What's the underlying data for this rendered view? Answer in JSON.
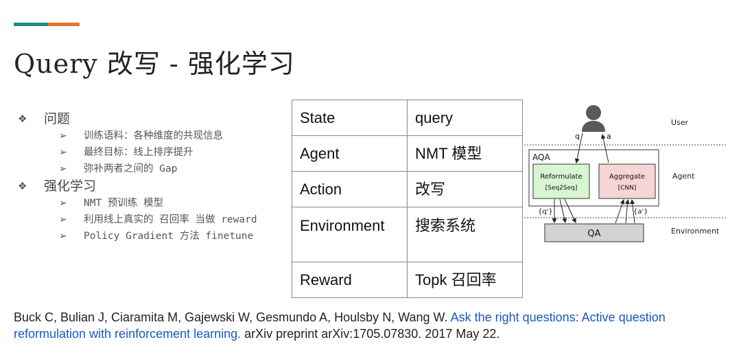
{
  "colors": {
    "accent_teal": "#1f8c8a",
    "accent_orange": "#e8722b",
    "link_blue": "#1a56c4"
  },
  "title": "Query 改写 - 强化学习",
  "bullets": [
    {
      "label": "问题",
      "items": [
        "训练语料：各种维度的共现信息",
        "最终目标：线上排序提升",
        "弥补两者之间的 Gap"
      ]
    },
    {
      "label": "强化学习",
      "items": [
        "NMT 预训练 模型",
        "利用线上真实的 召回率 当做 reward",
        "Policy Gradient 方法  finetune"
      ]
    }
  ],
  "bullet_glyphs": {
    "level1": "❖",
    "level2": "➢"
  },
  "table": {
    "rows": [
      {
        "key": "State",
        "value": "query"
      },
      {
        "key": "Agent",
        "value": "NMT 模型"
      },
      {
        "key": "Action",
        "value": "改写"
      },
      {
        "key": "Environment",
        "value": "搜索系统"
      },
      {
        "key": "Reward",
        "value": "Topk 召回率"
      }
    ]
  },
  "diagram": {
    "user_label": "User",
    "agent_label": "Agent",
    "environment_label": "Environment",
    "aqa_label": "AQA",
    "reformulate_label": "Reformulate",
    "reformulate_sub": "[Seq2Seq]",
    "aggregate_label": "Aggregate",
    "aggregate_sub": "[CNN]",
    "qa_label": "QA",
    "q_label": "q",
    "a_label": "a",
    "q_prime_label": "{q'}",
    "a_prime_label": "{a'}",
    "icons": {
      "user": "person-icon"
    },
    "colors": {
      "reformulate_fill": "#d6f5d0",
      "aggregate_fill": "#f7d5d5",
      "qa_fill": "#d3d3d3"
    }
  },
  "citation": {
    "authors": "Buck C, Bulian J, Ciaramita M, Gajewski W, Gesmundo A, Houlsby N, Wang W. ",
    "title_link": "Ask the right questions: Active question reformulation with reinforcement learning.",
    "rest": " arXiv preprint arXiv:1705.07830. 2017 May 22."
  }
}
